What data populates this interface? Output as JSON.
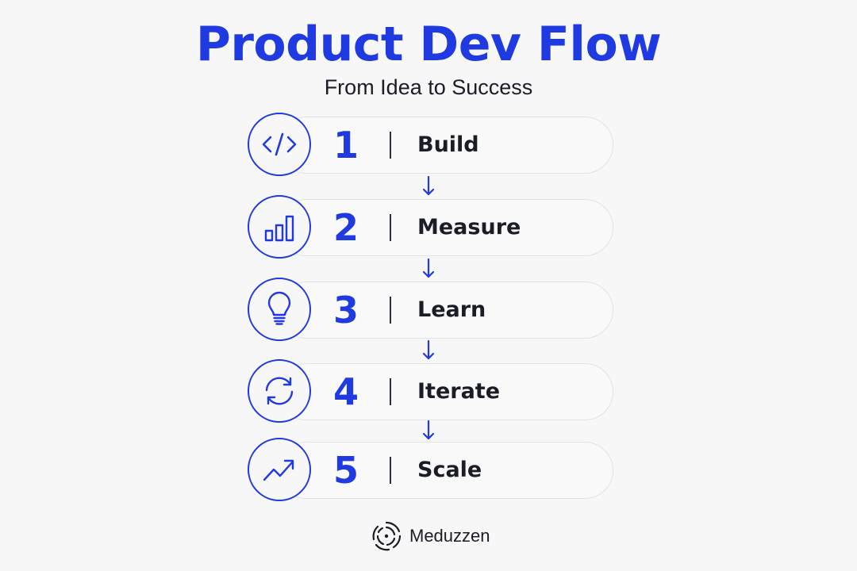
{
  "header": {
    "title": "Product Dev Flow",
    "subtitle": "From Idea to Success"
  },
  "steps": [
    {
      "number": "1",
      "label": "Build",
      "icon": "code-icon"
    },
    {
      "number": "2",
      "label": "Measure",
      "icon": "bar-chart-icon"
    },
    {
      "number": "3",
      "label": "Learn",
      "icon": "lightbulb-icon"
    },
    {
      "number": "4",
      "label": "Iterate",
      "icon": "refresh-icon"
    },
    {
      "number": "5",
      "label": "Scale",
      "icon": "trending-up-icon"
    }
  ],
  "brand": {
    "name": "Meduzzen",
    "icon": "meduzzen-logo-icon"
  },
  "colors": {
    "accent": "#1f3ae0",
    "text": "#1a1d26",
    "background": "#f7f7f8",
    "pill_border": "#e2e3e8"
  }
}
